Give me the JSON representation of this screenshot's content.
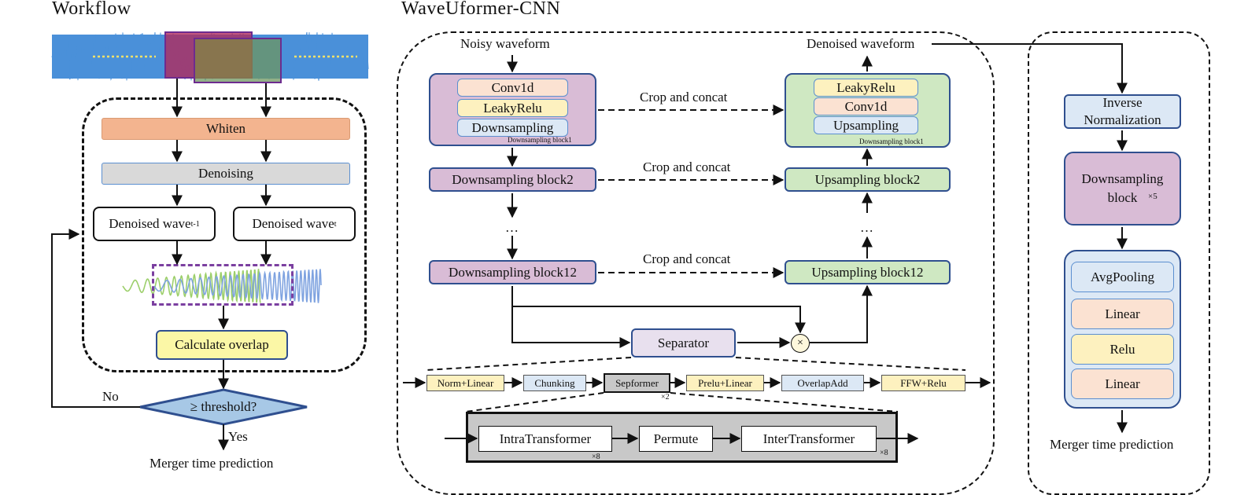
{
  "workflow": {
    "title": "Workflow",
    "whiten": "Whiten",
    "denoising": "Denoising",
    "denoised_prev": "Denoised wave",
    "denoised_prev_sub": "t-1",
    "denoised_cur": "Denoised wave",
    "denoised_cur_sub": "t",
    "calculate_overlap": "Calculate overlap",
    "threshold": "≥ threshold?",
    "no_label": "No",
    "yes_label": "Yes",
    "output": "Merger time prediction"
  },
  "wave_uformer": {
    "title": "WaveUformer-CNN",
    "noisy_waveform": "Noisy waveform",
    "denoised_waveform": "Denoised waveform",
    "down_block1": {
      "conv": "Conv1d",
      "relu": "LeakyRelu",
      "down": "Downsampling",
      "caption": "Downsampling block1"
    },
    "up_block1": {
      "relu": "LeakyRelu",
      "conv": "Conv1d",
      "up": "Upsampling",
      "caption": "Downsampling block1"
    },
    "down_block2": "Downsampling block2",
    "up_block2": "Upsampling block2",
    "down_block12": "Downsampling block12",
    "up_block12": "Upsampling block12",
    "ellipsis": "…",
    "crop_concat": "Crop and concat",
    "separator": "Separator",
    "multiply": "×",
    "pipeline": [
      "Norm+Linear",
      "Chunking",
      "Sepformer",
      "Prelu+Linear",
      "OverlapAdd",
      "FFW+Relu"
    ],
    "sepformer_repeat": "×2",
    "transformer": {
      "intra": "IntraTransformer",
      "permute": "Permute",
      "inter": "InterTransformer",
      "intra_repeat": "×8",
      "outer_repeat": "×8"
    }
  },
  "right_panel": {
    "inverse_normalization": "Inverse Normalization",
    "downsampling_block": "Downsampling block",
    "downsampling_repeat": "×5",
    "head": [
      "AvgPooling",
      "Linear",
      "Relu",
      "Linear"
    ],
    "output": "Merger time prediction"
  },
  "colors": {
    "purple": "#d9bcd6",
    "purple_border": "#2f4f8f",
    "green": "#cfe8c2",
    "peach": "#fbe2d2",
    "yellow": "#fdf1bf",
    "light_blue": "#dce8f5",
    "orange": "#f3b48f",
    "grey": "#d9d9d9",
    "calc_yellow": "#fbf7a6",
    "diamond_blue": "#a7c8e6",
    "wave_blue": "#4a90d9"
  }
}
